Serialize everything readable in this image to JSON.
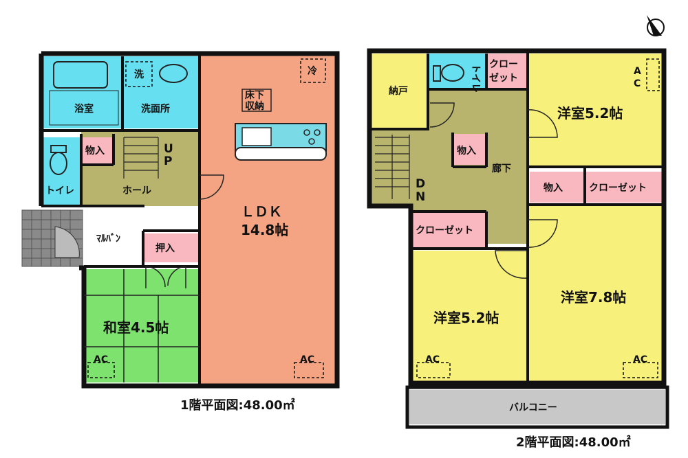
{
  "floor1": {
    "bath": "浴室",
    "washroom": "洗面所",
    "wash_machine": "洗",
    "fridge": "冷",
    "underfloor_storage_1": "床下",
    "underfloor_storage_2": "収納",
    "storage": "物入",
    "toilet": "トイレ",
    "hall": "ホール",
    "up_1": "U",
    "up_2": "P",
    "ldk_1": "ＬＤＫ",
    "ldk_2": "14.8帖",
    "closet": "押入",
    "entrance": "ﾏﾙﾊﾞﾝ",
    "washitsu": "和室4.5帖",
    "ac_left": "AC",
    "ac_ldk": "AC",
    "area_label": "1階平面図:48.00㎡"
  },
  "floor2": {
    "nando": "納戸",
    "toilet": "トイレ",
    "closet_small_1": "クロー",
    "closet_small_2": "ゼット",
    "hall": "廊下",
    "storage_center": "物入",
    "down_1": "D",
    "down_2": "N",
    "closet_center": "クローゼット",
    "room_ne": "洋室5.2帖",
    "ac_ne_1": "A",
    "ac_ne_2": "C",
    "storage_east": "物入",
    "closet_east": "クローゼット",
    "room_sw": "洋室5.2帖",
    "room_se": "洋室7.8帖",
    "ac_sw": "AC",
    "ac_se": "AC",
    "balcony": "バルコニー",
    "area_label": "2階平面図:48.00㎡"
  },
  "colors": {
    "bath": "#66e0f0",
    "hall": "#b8b46e",
    "ldk": "#f5a483",
    "storage": "#f9b8c0",
    "washitsu": "#7ee26e",
    "yoshitsu": "#f7f07a",
    "balcony": "#c8c8c8",
    "entrance": "#777777"
  },
  "icons": {
    "north": "north-arrow-icon"
  }
}
